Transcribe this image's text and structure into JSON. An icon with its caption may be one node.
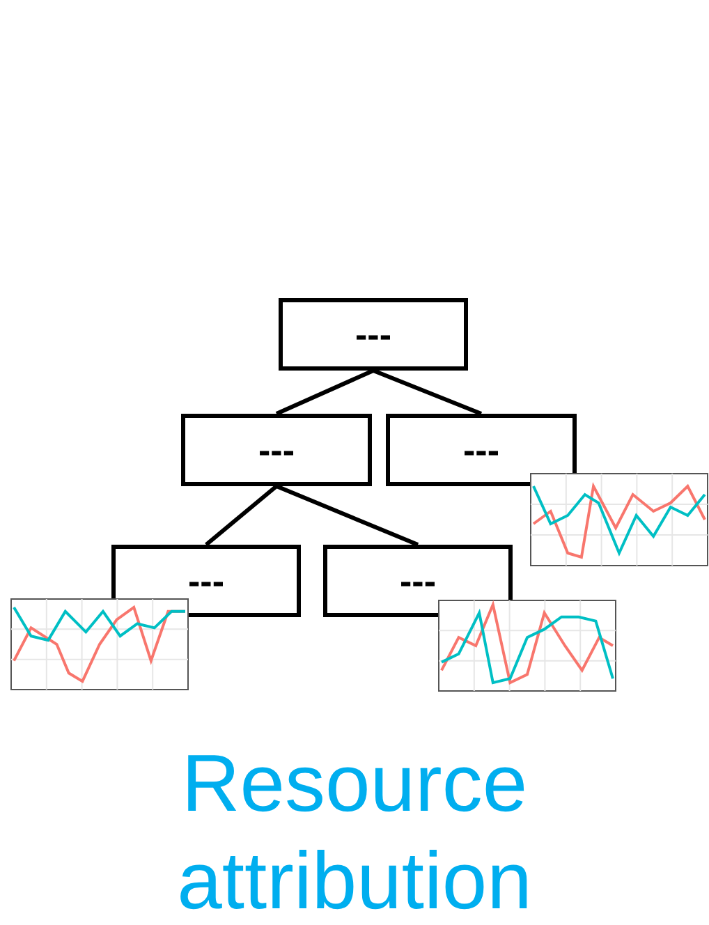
{
  "diagram": {
    "caption": "Resource attribution",
    "nodes": [
      {
        "text": [
          "---"
        ]
      },
      {
        "text": [
          "---"
        ]
      },
      {
        "text": [
          "---"
        ]
      },
      {
        "text": [
          "---"
        ]
      },
      {
        "text": [
          "---"
        ]
      }
    ],
    "edges": [
      {
        "from": 0,
        "to": 1,
        "arrow": "none"
      },
      {
        "from": 0,
        "to": 2,
        "arrow": "none"
      },
      {
        "from": 1,
        "to": 3,
        "arrow": "none"
      },
      {
        "from": 1,
        "to": 4,
        "arrow": "none"
      }
    ]
  }
}
